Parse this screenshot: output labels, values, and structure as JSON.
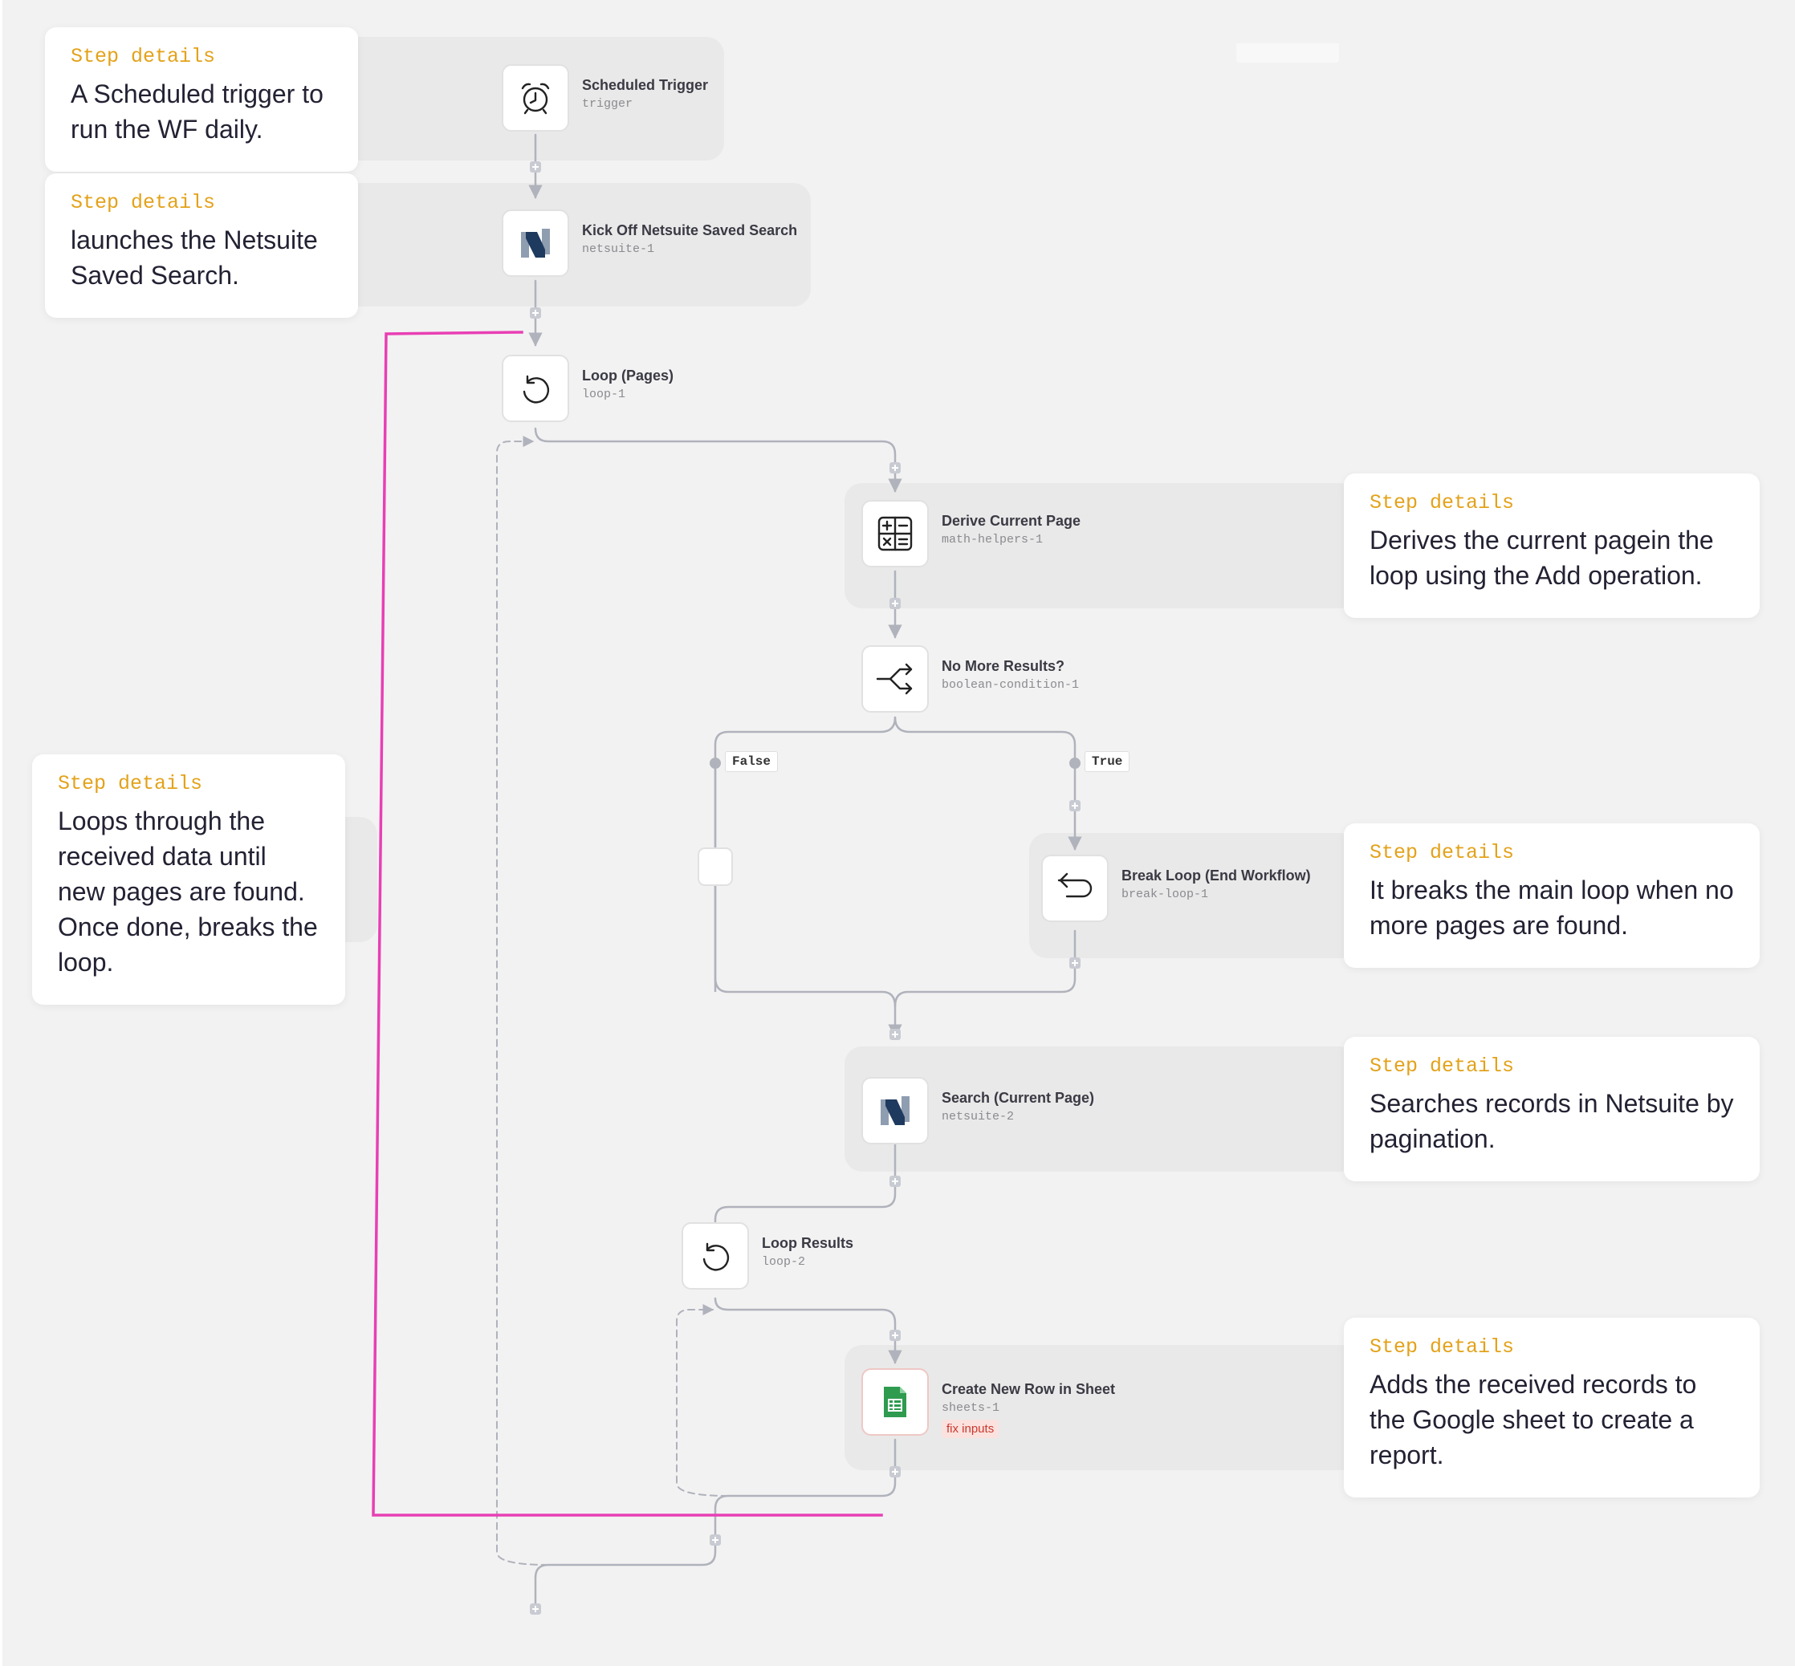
{
  "notes": [
    {
      "label": "Step details",
      "text": "A Scheduled trigger to run the WF daily."
    },
    {
      "label": "Step details",
      "text": "launches the Netsuite Saved Search."
    },
    {
      "label": "Step details",
      "text": "Derives the current pagein the loop using the Add operation."
    },
    {
      "label": "Step details",
      "text": "Loops through the received data until new pages are found. Once done, breaks the loop."
    },
    {
      "label": "Step details",
      "text": "It breaks the main loop when no more pages are found."
    },
    {
      "label": "Step details",
      "text": "Searches records in Netsuite by pagination."
    },
    {
      "label": "Step details",
      "text": "Adds the received records to the Google sheet to create a report."
    }
  ],
  "nodes": {
    "trigger": {
      "title": "Scheduled Trigger",
      "id": "trigger",
      "icon": "alarm-clock-icon"
    },
    "netsuite1": {
      "title": "Kick Off Netsuite Saved Search",
      "id": "netsuite-1",
      "icon": "netsuite-logo-icon"
    },
    "loop1": {
      "title": "Loop (Pages)",
      "id": "loop-1",
      "icon": "loop-arrow-icon"
    },
    "math": {
      "title": "Derive Current Page",
      "id": "math-helpers-1",
      "icon": "calculator-icon"
    },
    "condition": {
      "title": "No More Results?",
      "id": "boolean-condition-1",
      "icon": "branch-split-icon"
    },
    "break": {
      "title": "Break Loop (End Workflow)",
      "id": "break-loop-1",
      "icon": "return-arrow-icon"
    },
    "netsuite2": {
      "title": "Search (Current Page)",
      "id": "netsuite-2",
      "icon": "netsuite-logo-icon"
    },
    "loop2": {
      "title": "Loop Results",
      "id": "loop-2",
      "icon": "loop-arrow-icon"
    },
    "sheets": {
      "title": "Create New Row in Sheet",
      "id": "sheets-1",
      "badge": "fix inputs",
      "icon": "google-sheets-icon"
    }
  },
  "branches": {
    "false_label": "False",
    "true_label": "True"
  },
  "colors": {
    "accent_label": "#e3a21a",
    "highlight_line": "#e83fb4",
    "connector": "#b0b2bc",
    "error_badge": "#c9382d",
    "sheets_green": "#2e9b4f",
    "netsuite_navy": "#1f3a5f"
  }
}
